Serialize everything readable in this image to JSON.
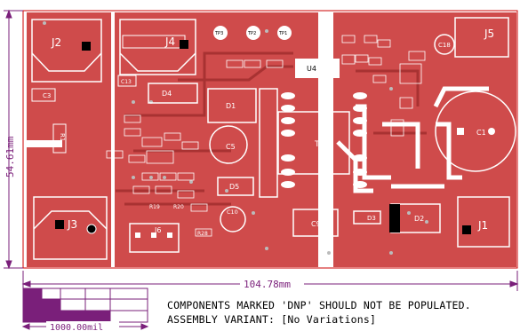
{
  "board": {
    "width_label": "104.78mm",
    "height_label": "54.61mm",
    "scale_label": "1000.00mil",
    "notes": [
      "COMPONENTS MARKED 'DNP' SHOULD NOT BE POPULATED.",
      "ASSEMBLY VARIANT: [No Variations]"
    ]
  },
  "colors": {
    "board": "#cf4b4b",
    "copper_dark": "#a83232",
    "silk": "#ffffff",
    "dimension": "#7a1f7a",
    "hole": "#bbbbbb"
  },
  "designators": {
    "J1": "J1",
    "J2": "J2",
    "J3": "J3",
    "J4": "J4",
    "J5": "J5",
    "J6": "J6",
    "T1": "T1",
    "U4": "U4",
    "C1": "C1",
    "C3": "C3",
    "C5": "C5",
    "C9": "C9",
    "C10": "C10",
    "C13": "C13",
    "C18": "C18",
    "D1": "D1",
    "D2": "D2",
    "D3": "D3",
    "D4": "D4",
    "D5": "D5",
    "TP1": "TP1",
    "TP2": "TP2",
    "TP3": "TP3",
    "R1": "R1",
    "R19": "R19",
    "R20": "R20",
    "R28": "R28"
  }
}
